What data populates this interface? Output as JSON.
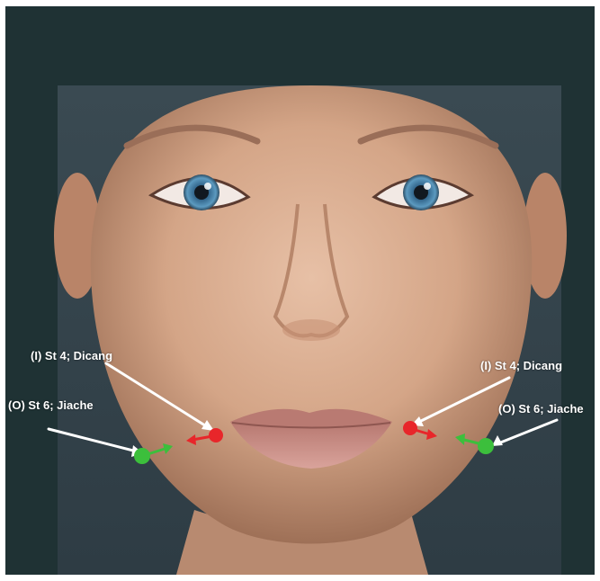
{
  "labels": {
    "left_st4": "(I) St 4; Dicang",
    "left_st6": "(O) St 6; Jiache",
    "right_st4": "(I) St 4; Dicang",
    "right_st6": "(O) St 6; Jiache"
  },
  "colors": {
    "background": "#1f3234",
    "inward_point": "#e8262a",
    "outward_point": "#3cbf3c",
    "pointer_line": "#ffffff",
    "skin": "#d9ab8f",
    "lips": "#c98b83",
    "iris": "#4f8fb5"
  },
  "icons": {
    "points": "circle-marker",
    "directions": "arrow-icon"
  }
}
